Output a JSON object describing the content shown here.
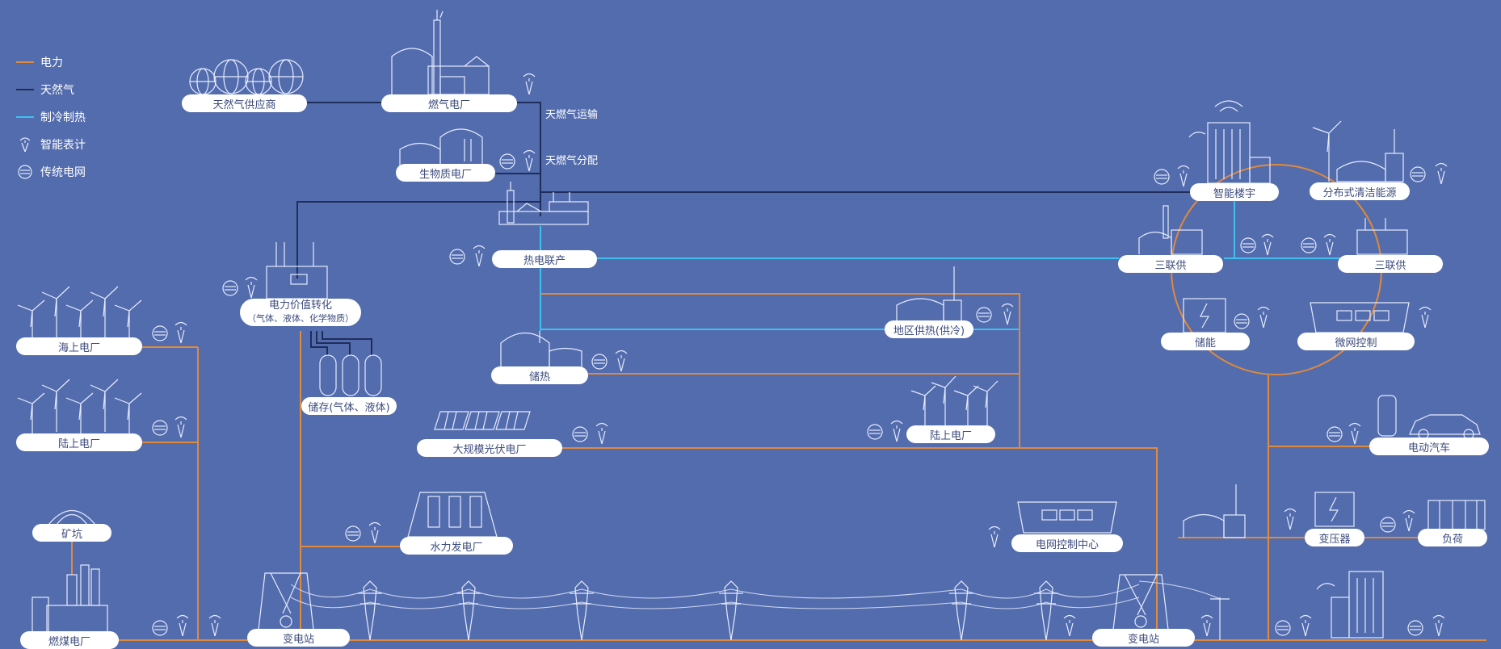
{
  "colors": {
    "background": "#536cad",
    "power": "#e08a3c",
    "gas": "#1f2d5a",
    "thermal": "#3fc0f0",
    "icon_line": "#e6ecff"
  },
  "legend": [
    {
      "label": "电力",
      "type": "line",
      "color": "#e08a3c"
    },
    {
      "label": "天然气",
      "type": "line",
      "color": "#1f2d5a"
    },
    {
      "label": "制冷制热",
      "type": "line",
      "color": "#3fc0f0"
    },
    {
      "label": "智能表计",
      "type": "icon",
      "icon": "smart-meter-icon"
    },
    {
      "label": "传统电网",
      "type": "icon",
      "icon": "traditional-meter-icon"
    }
  ],
  "flow_labels": {
    "gas_transport": "天燃气运输",
    "gas_distribution": "天燃气分配"
  },
  "nodes": {
    "gas_supplier": "天然气供应商",
    "gas_plant": "燃气电厂",
    "biomass_plant": "生物质电厂",
    "chp": "热电联产",
    "p2x_line1": "电力价值转化",
    "p2x_line2": "（气体、液体、化学物质）",
    "storage_gas_liquid": "储存(气体、液体)",
    "heat_storage": "储热",
    "offshore_wind": "海上电厂",
    "onshore_wind_left": "陆上电厂",
    "solar_plant": "大规模光伏电厂",
    "onshore_wind_right": "陆上电厂",
    "district_heating": "地区供热(供冷)",
    "mine": "矿坑",
    "coal_plant": "燃煤电厂",
    "hydro_plant": "水力发电厂",
    "substation_left": "变电站",
    "substation_right": "变电站",
    "grid_control": "电网控制中心",
    "smart_building": "智能楼宇",
    "distributed_clean": "分布式清洁能源",
    "trigeneration_left": "三联供",
    "trigeneration_right": "三联供",
    "energy_storage": "储能",
    "microgrid_control": "微网控制",
    "ev": "电动汽车",
    "transformer": "变压器",
    "load": "负荷"
  }
}
